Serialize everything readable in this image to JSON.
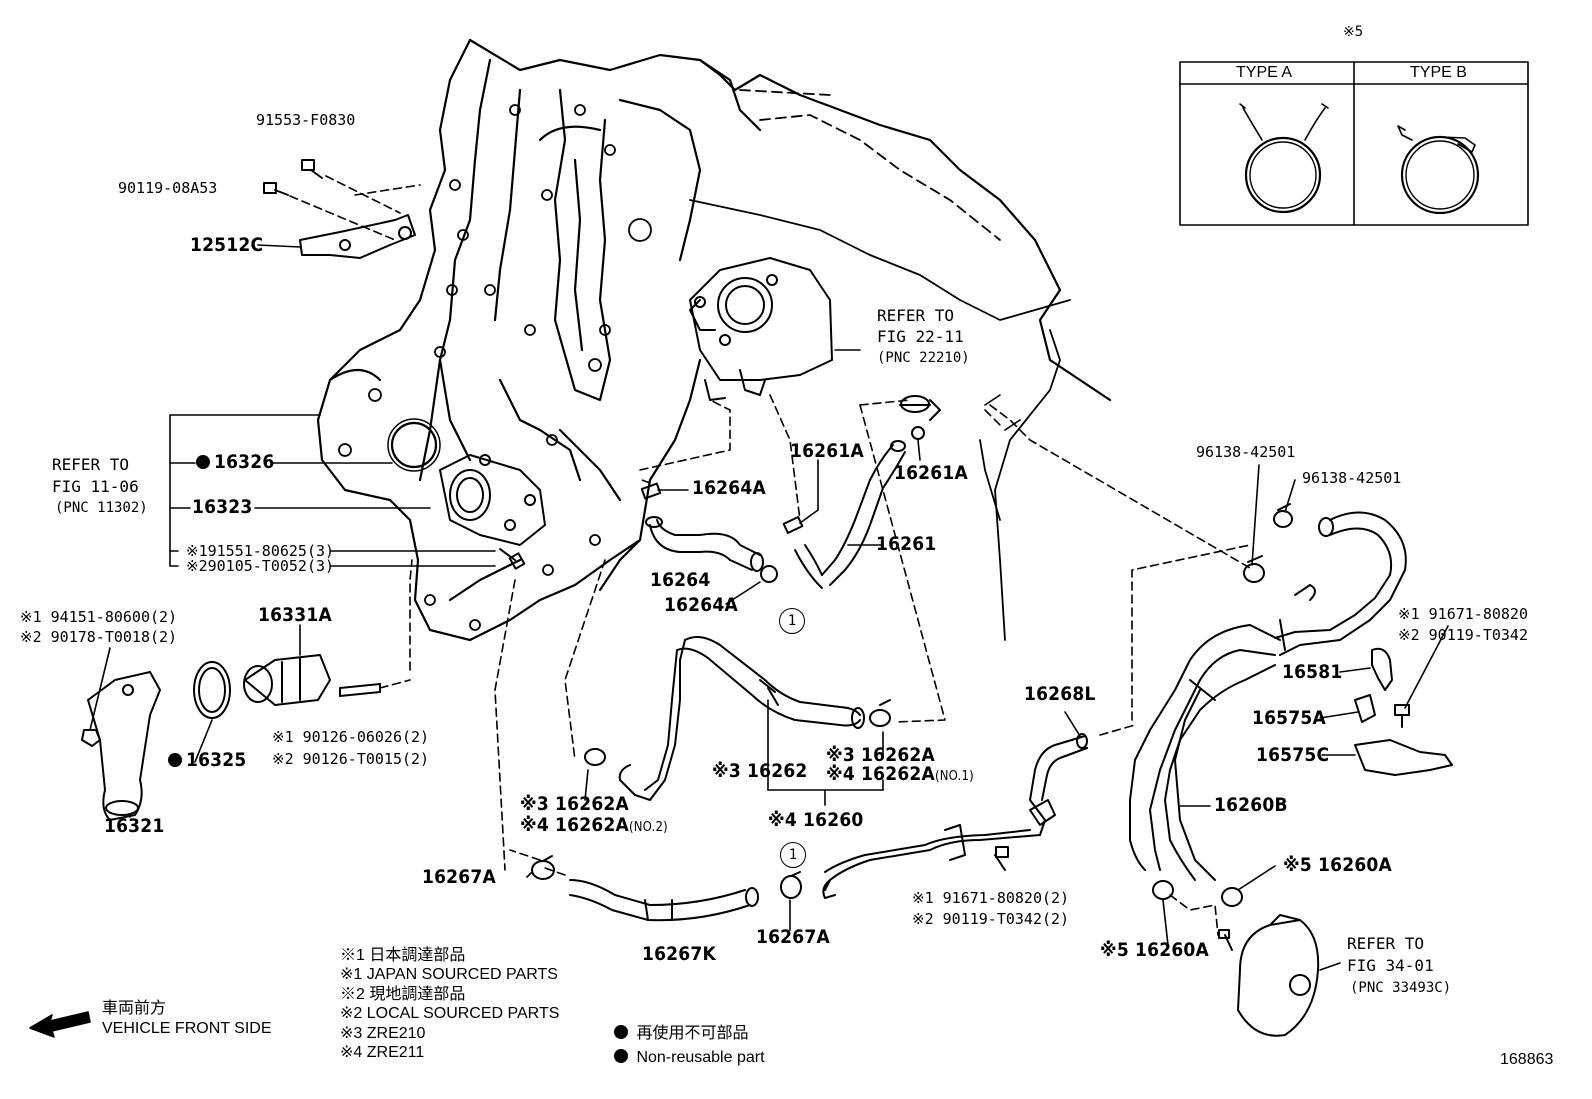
{
  "inset": {
    "mark": "※5",
    "type_a": "TYPE A",
    "type_b": "TYPE B"
  },
  "refs": {
    "throttle": [
      "REFER TO",
      "FIG 22-11",
      "(PNC 22210)"
    ],
    "timing": [
      "REFER TO",
      "FIG 11-06",
      "(PNC 11302)"
    ],
    "vacuum": [
      "REFER TO",
      "FIG 34-01",
      "(PNC 33493C)"
    ]
  },
  "parts": {
    "p91553": "91553-F0830",
    "p90119a": "90119-08A53",
    "p12512c": "12512C",
    "p16326": "16326",
    "p16323": "16323",
    "p91551": "※191551-80625(3)",
    "p90105": "※290105-T0052(3)",
    "p94151": "※1 94151-80600(2)",
    "p90178": "※2 90178-T0018(2)",
    "p16331a": "16331A",
    "p90126a": "※1 90126-06026(2)",
    "p90126b": "※2 90126-T0015(2)",
    "p16325": "16325",
    "p16321": "16321",
    "p16264a_1": "16264A",
    "p16264": "16264",
    "p16264a_2": "16264A",
    "p16261a_1": "16261A",
    "p16261a_2": "16261A",
    "p16261": "16261",
    "p16262": "※3 16262",
    "p16262a_3r": "※3 16262A",
    "p16262a_4r": "※4 16262A",
    "p16262a_4r_sub": "(NO.1)",
    "p16262a_3l": "※3 16262A",
    "p16262a_4l": "※4 16262A",
    "p16262a_4l_sub": "(NO.2)",
    "p16260": "※4 16260",
    "p16267a_1": "16267A",
    "p16267k": "16267K",
    "p16267a_2": "16267A",
    "p16268l": "16268L",
    "p91671b": "※1 91671-80820(2)",
    "p90119c": "※2 90119-T0342(2)",
    "p96138a": "96138-42501",
    "p96138b": "96138-42501",
    "p91671a": "※1  91671-80820",
    "p90119b": "※2  90119-T0342",
    "p16581": "16581",
    "p16575a": "16575A",
    "p16575c": "16575C",
    "p16260b": "16260B",
    "p16260a_1": "※5 16260A",
    "p16260a_2": "※5 16260A",
    "circle1": "1"
  },
  "legend": {
    "l1": "※1  日本調達部品",
    "l2": "※1  JAPAN SOURCED PARTS",
    "l3": "※2  現地調達部品",
    "l4": "※2  LOCAL SOURCED PARTS",
    "l5": "※3  ZRE210",
    "l6": "※4  ZRE211",
    "n1": "再使用不可部品",
    "n2": "Non-reusable part",
    "front_jp": "車両前方",
    "front_en": "VEHICLE FRONT SIDE"
  },
  "figure_number": "168863"
}
